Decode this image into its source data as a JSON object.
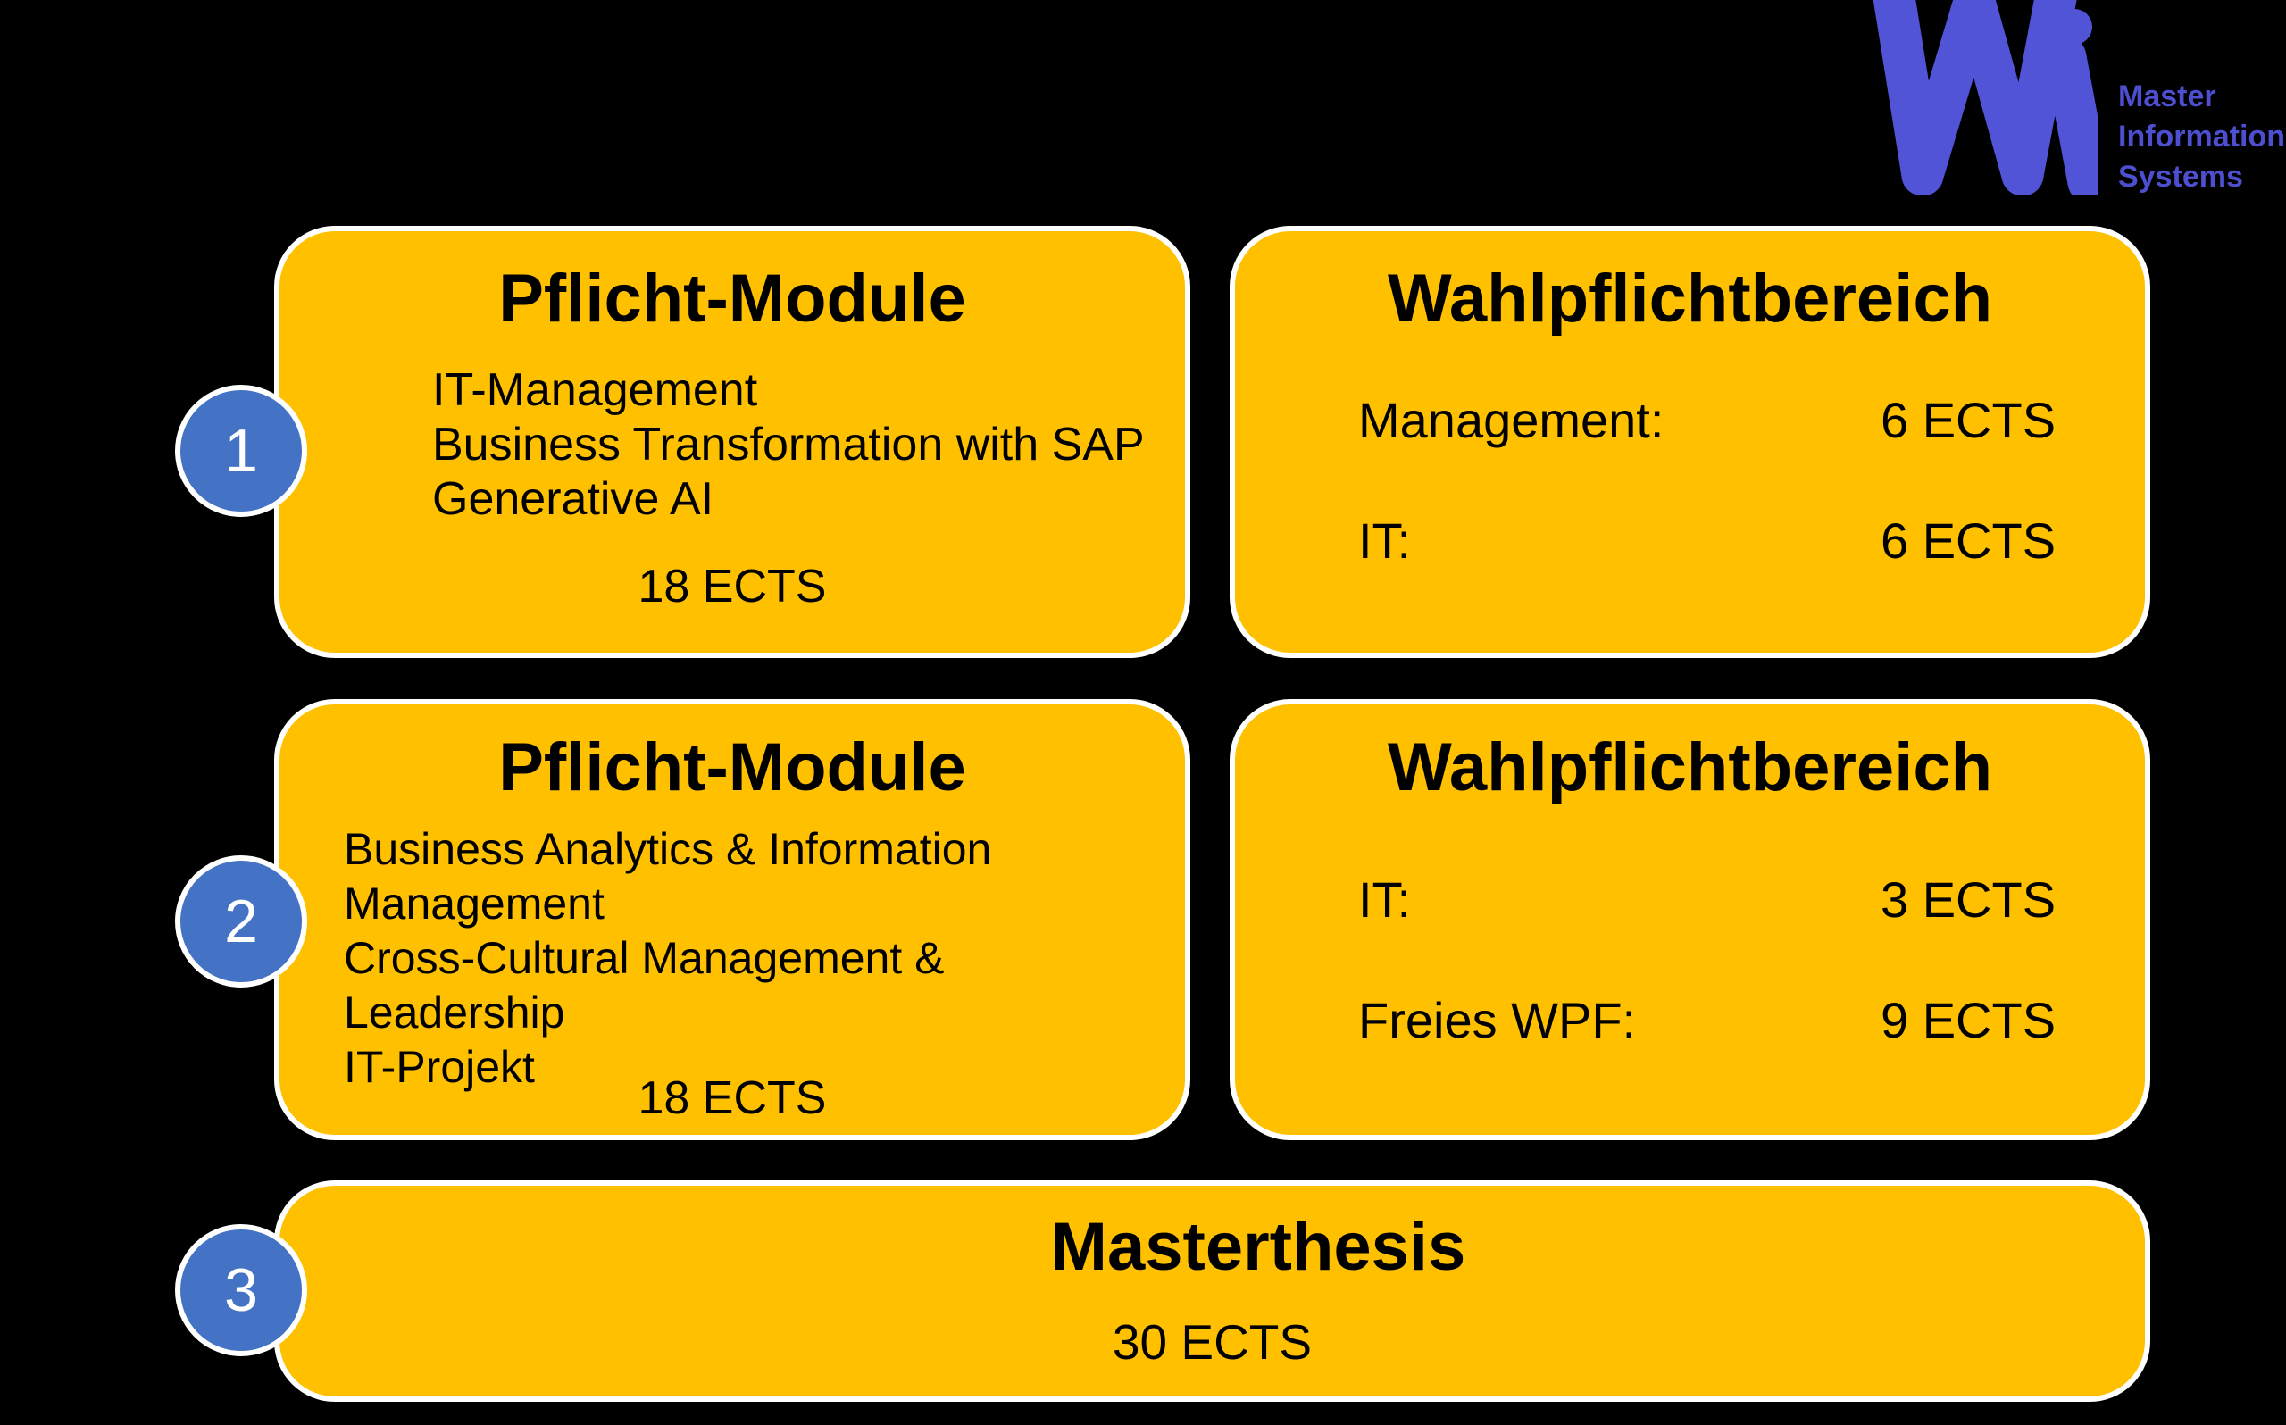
{
  "colors": {
    "background": "#000000",
    "box_fill": "#FFC000",
    "box_border": "#FFFFFF",
    "circle_fill": "#4472C4",
    "logo_purple": "#5254D8",
    "text": "#000000"
  },
  "logo": {
    "glyph": "wi-monogram",
    "lines": [
      "Master",
      "Information",
      "Systems"
    ]
  },
  "steps": [
    {
      "number": "1"
    },
    {
      "number": "2"
    },
    {
      "number": "3"
    }
  ],
  "boxes": {
    "box1": {
      "title": "Pflicht-Module",
      "items": [
        "IT-Management",
        "Business Transformation with SAP",
        "Generative AI"
      ],
      "ects": "18 ECTS"
    },
    "box2": {
      "title": "Wahlpflichtbereich",
      "rows": [
        {
          "label": "Management:",
          "value": "6 ECTS"
        },
        {
          "label": "IT:",
          "value": "6 ECTS"
        }
      ]
    },
    "box3": {
      "title": "Pflicht-Module",
      "items": [
        "Business Analytics & Information Management",
        "Cross-Cultural Management & Leadership",
        "IT-Projekt"
      ],
      "ects": "18 ECTS"
    },
    "box4": {
      "title": "Wahlpflichtbereich",
      "rows": [
        {
          "label": "IT:",
          "value": "3 ECTS"
        },
        {
          "label": "Freies WPF:",
          "value": "9 ECTS"
        }
      ]
    },
    "thesis": {
      "title": "Masterthesis",
      "ects": "30 ECTS"
    }
  }
}
